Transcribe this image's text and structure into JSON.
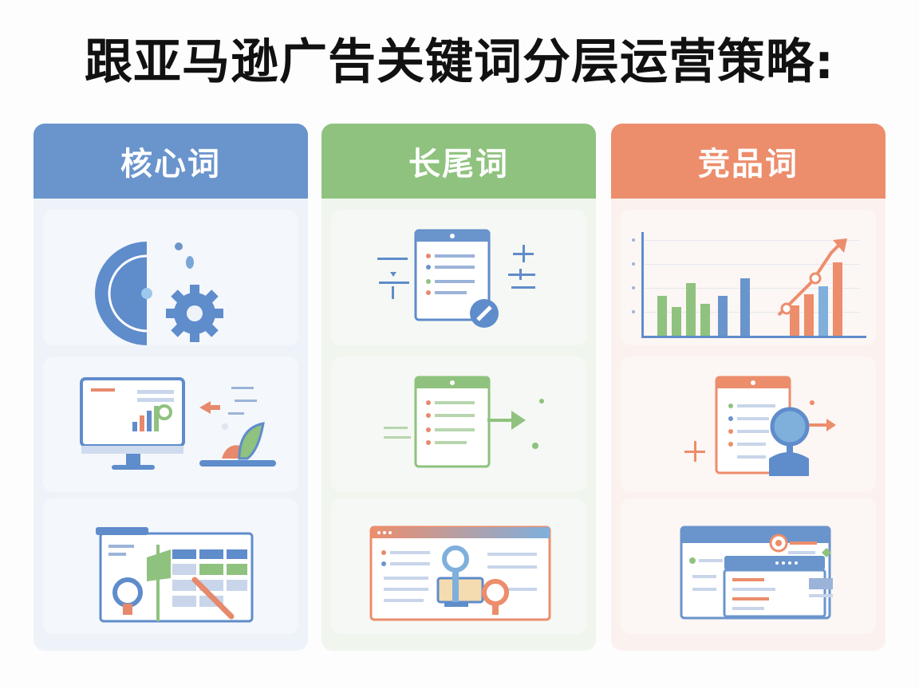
{
  "title": "跟亚马逊广告关键词分层运营策略:",
  "columns": [
    {
      "label": "核心词",
      "color": "#6a94cc"
    },
    {
      "label": "长尾词",
      "color": "#8fc27e"
    },
    {
      "label": "竞品词",
      "color": "#ec8d6c"
    }
  ],
  "icons": [
    [
      "target-gear-icon",
      "monitor-chart-icon",
      "dashboard-search-icon"
    ],
    [
      "document-list-icon",
      "document-arrow-icon",
      "browser-search-icon"
    ],
    [
      "bar-chart-growth-icon",
      "person-document-icon",
      "window-stack-icon"
    ]
  ]
}
